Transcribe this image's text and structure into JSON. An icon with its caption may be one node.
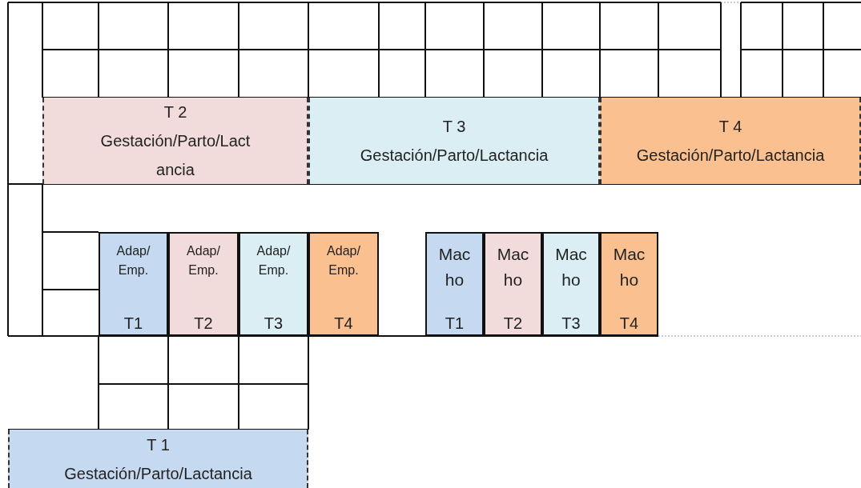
{
  "diagram": {
    "nodes": [
      {
        "text": [
          "T 2",
          "Gestación/Parto/Lactancia"
        ]
      },
      {
        "text": [
          "T 3",
          "Gestación/Parto/Lactancia"
        ]
      },
      {
        "text": [
          "T 4",
          "Gestación/Parto/Lactancia"
        ]
      },
      {
        "text": [
          "Adap/Emp.",
          "T1"
        ]
      },
      {
        "text": [
          "Adap/Emp.",
          "T2"
        ]
      },
      {
        "text": [
          "Adap/Emp.",
          "T3"
        ]
      },
      {
        "text": [
          "Adap/Emp.",
          "T4"
        ]
      },
      {
        "text": [
          "Macho",
          "T1"
        ]
      },
      {
        "text": [
          "Macho",
          "T2"
        ]
      },
      {
        "text": [
          "Macho",
          "T3"
        ]
      },
      {
        "text": [
          "Macho",
          "T4"
        ]
      },
      {
        "text": [
          "T 1",
          "Gestación/Parto/Lactancia"
        ]
      }
    ]
  }
}
